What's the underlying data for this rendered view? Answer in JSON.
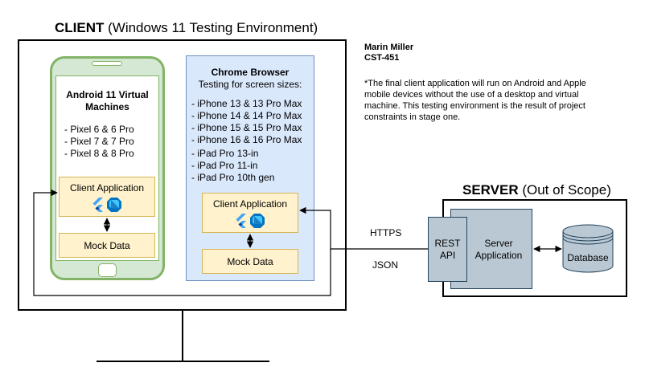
{
  "client": {
    "title_bold": "CLIENT",
    "title_rest": " (Windows 11 Testing Environment)"
  },
  "android": {
    "title": "Android 11 Virtual Machines",
    "devices": [
      "- Pixel 6 & 6 Pro",
      "- Pixel 7 & 7 Pro",
      "- Pixel 8 & 8 Pro"
    ],
    "client_app": "Client Application",
    "mock_data": "Mock Data"
  },
  "browser": {
    "title": "Chrome Browser",
    "subtitle": "Testing for screen sizes:",
    "iphones": [
      "- iPhone 13 & 13 Pro Max",
      "- iPhone 14 & 14 Pro Max",
      "- iPhone 15 & 15 Pro Max",
      "- iPhone 16 & 16 Pro Max"
    ],
    "ipads": [
      "- iPad Pro 13-in",
      "- iPad Pro 11-in",
      "- iPad Pro 10th gen"
    ],
    "client_app": "Client Application",
    "mock_data": "Mock Data"
  },
  "author": {
    "name": "Marin Miller",
    "course": "CST-451"
  },
  "note": "*The final client application will run on Android and Apple mobile devices without the use of a desktop and virtual machine. This testing environment is the result of project constraints in stage one.",
  "connection": {
    "https": "HTTPS",
    "json": "JSON"
  },
  "server": {
    "title_bold": "SERVER",
    "title_rest": " (Out of Scope)",
    "rest_api": "REST API",
    "server_app": "Server Application",
    "database": "Database"
  },
  "colors": {
    "android_fill": "#d5e8d4",
    "android_stroke": "#82b366",
    "browser_fill": "#dae8fc",
    "browser_stroke": "#6c8ebf",
    "box_fill": "#fff2cc",
    "box_stroke": "#d6b656",
    "server_fill": "#bac8d3",
    "server_stroke": "#23445d",
    "flutter_blue": "#42a5f5",
    "dart_blue": "#0175c2"
  },
  "icons": [
    "flutter-icon",
    "dart-icon"
  ]
}
